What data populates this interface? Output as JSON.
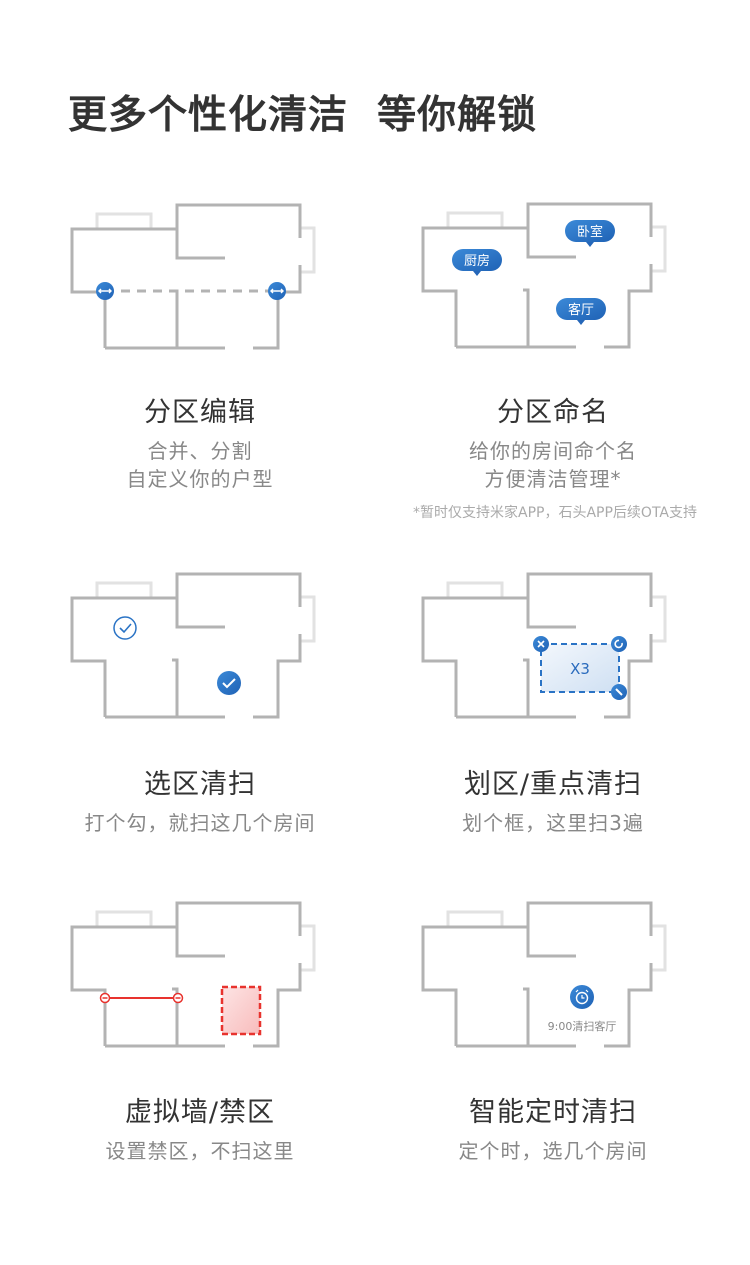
{
  "title": "更多个性化清洁  等你解锁",
  "features": [
    {
      "heading": "分区编辑",
      "lines": [
        "合并、分割",
        "自定义你的户型"
      ]
    },
    {
      "heading": "分区命名",
      "lines": [
        "给你的房间命个名",
        "方便清洁管理*"
      ],
      "note": "*暂时仅支持米家APP，石头APP后续OTA支持",
      "room_labels": [
        "厨房",
        "卧室",
        "客厅"
      ]
    },
    {
      "heading": "选区清扫",
      "lines": [
        "打个勾，就扫这几个房间"
      ]
    },
    {
      "heading": "划区/重点清扫",
      "lines": [
        "划个框，这里扫3遍"
      ],
      "zone_label": "X3"
    },
    {
      "heading": "虚拟墙/禁区",
      "lines": [
        "设置禁区，不扫这里"
      ]
    },
    {
      "heading": "智能定时清扫",
      "lines": [
        "定个时，选几个房间"
      ],
      "schedule_label": "9:00清扫客厅"
    }
  ],
  "colors": {
    "accent": "#2a73c5",
    "forbidden": "#e8332e",
    "wall": "#b3b3b3"
  }
}
